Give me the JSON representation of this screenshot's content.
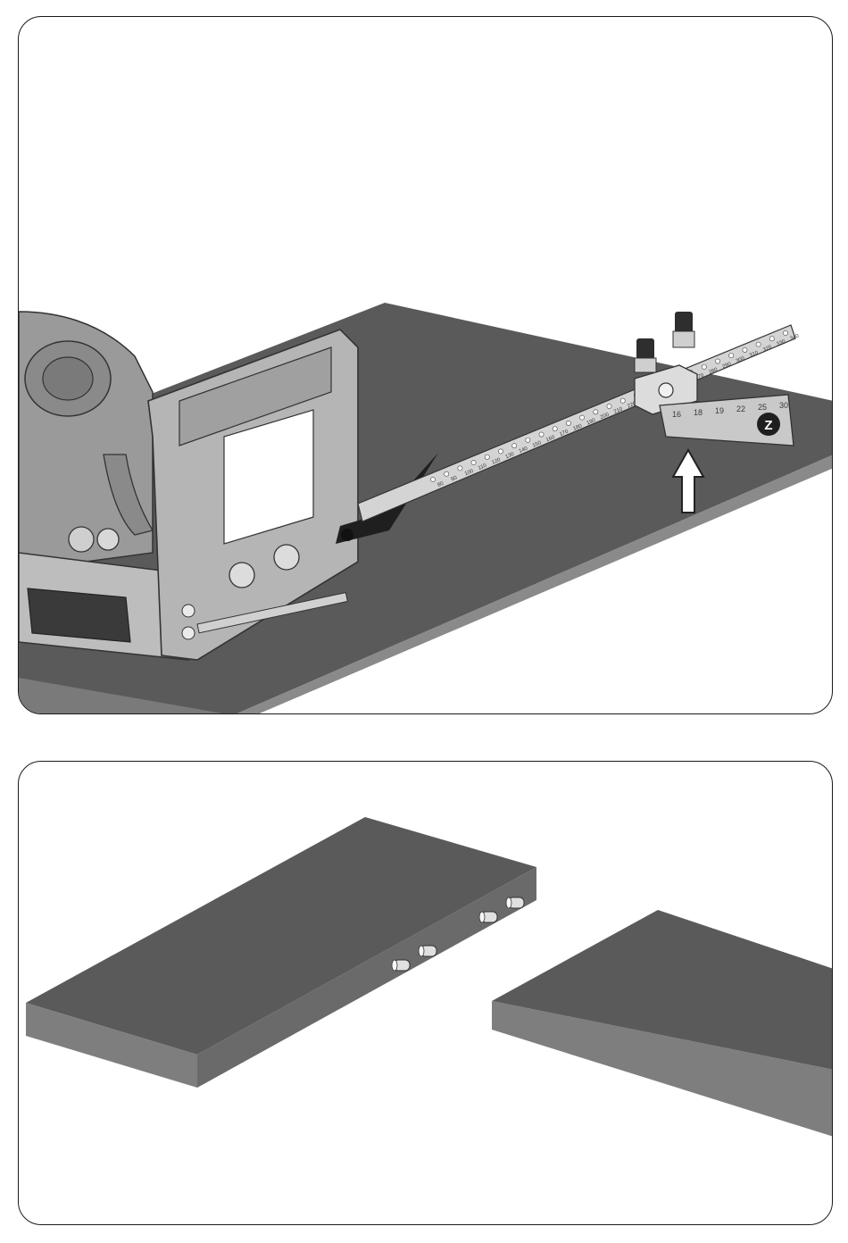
{
  "figure_top": {
    "rail_scale_numbers": [
      "80",
      "90",
      "100",
      "110",
      "120",
      "130",
      "140",
      "150",
      "160",
      "170",
      "180",
      "190",
      "200",
      "210",
      "220",
      "230",
      "240",
      "250",
      "260",
      "270",
      "280",
      "290",
      "300",
      "310",
      "320",
      "330",
      "340"
    ],
    "stop_block_numbers": [
      "16",
      "18",
      "19",
      "22",
      "25",
      "30"
    ],
    "stop_block_logo": "Z"
  },
  "figure_bottom": {},
  "colors": {
    "board_top": "#5a5a5a",
    "board_edge": "#8a8a8a",
    "board_side": "#6e6e6e",
    "machine_body": "#a8a8a8",
    "machine_dark": "#555555",
    "rail": "#cfcfcf",
    "arrow": "#ffffff"
  }
}
